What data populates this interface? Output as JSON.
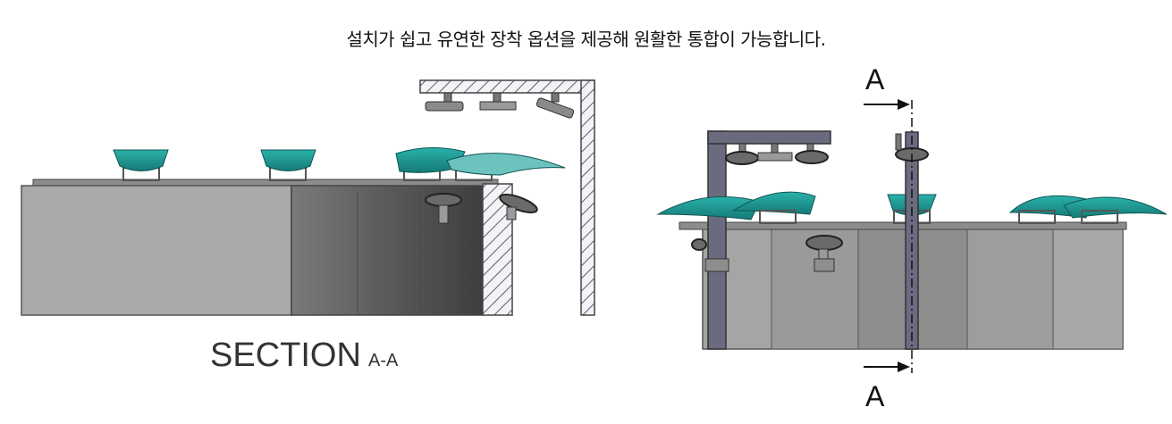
{
  "caption": "설치가 쉽고 유연한 장착 옵션을 제공해 원활한 통합이 가능합니다.",
  "section_label": {
    "word": "SECTION",
    "suffix": "A-A"
  },
  "cut_marker": {
    "top": "A",
    "bottom": "A"
  },
  "colors": {
    "teal": "#1d9c97",
    "teal_dark": "#156f6c",
    "panel_light": "#a8a8a8",
    "panel_dark": "#707070",
    "wall": "#8a8aa0",
    "outline": "#2b2b2b"
  }
}
